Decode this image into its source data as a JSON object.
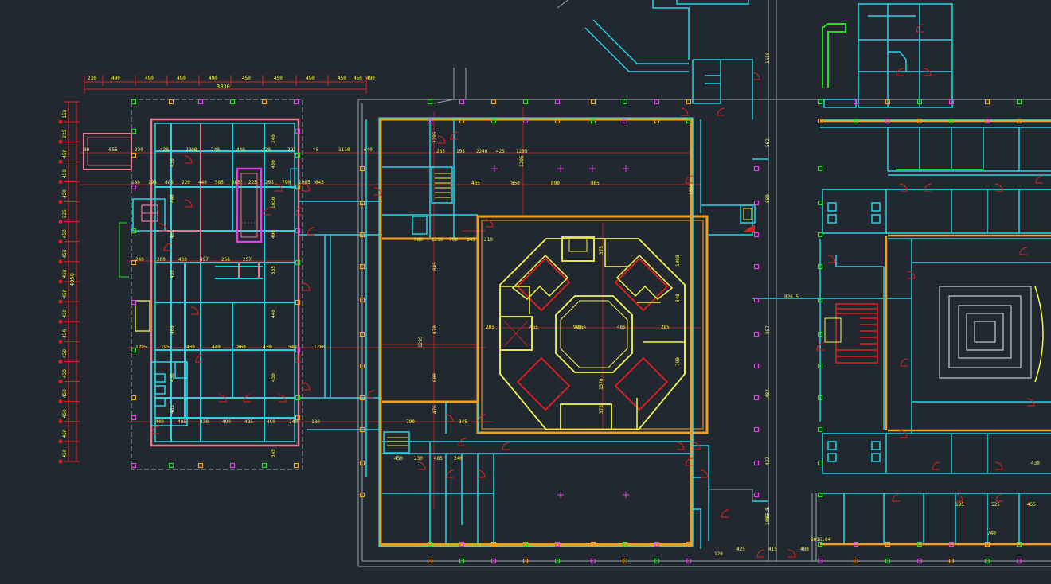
{
  "drawing": {
    "colors": {
      "background": "#212830",
      "wall": "#26d4e6",
      "axis": "#e02020",
      "dimension": "#f5f54a",
      "orange": "#f0a020",
      "pink": "#e87890",
      "magenta": "#e040e0",
      "green": "#22dd22",
      "grey": "#9aa4ac",
      "white": "#e8e8e8"
    },
    "top_dimensions": [
      "230",
      "490",
      "490",
      "490",
      "490",
      "450",
      "450",
      "490",
      "450",
      "450",
      "490"
    ],
    "top_total": "3830",
    "left_dimensions": [
      "150",
      "225",
      "450",
      "450",
      "450",
      "225",
      "450",
      "450",
      "450",
      "450",
      "450",
      "450",
      "450",
      "450",
      "450",
      "450",
      "450",
      "450"
    ],
    "left_total": "4950",
    "west_row1": [
      "30",
      "655",
      "230",
      "430",
      "2300",
      "240",
      "440",
      "430",
      "297",
      "40",
      "1110",
      "640"
    ],
    "west_row2": [
      "180",
      "195",
      "485",
      "220",
      "440",
      "585",
      "385",
      "225",
      "295",
      "790",
      "1985",
      "645"
    ],
    "west_row3": [
      "240",
      "200",
      "430",
      "497",
      "256",
      "257"
    ],
    "west_row4": [
      "1295",
      "195",
      "430",
      "440",
      "860",
      "430",
      "549",
      "1780"
    ],
    "west_row5": [
      "440",
      "405",
      "430",
      "490",
      "485",
      "490",
      "240",
      "130"
    ],
    "center_row1": [
      "285",
      "195",
      "2240",
      "425",
      "1295"
    ],
    "center_row2": [
      "465",
      "850",
      "890",
      "865"
    ],
    "center_row3": [
      "985",
      "1295",
      "790",
      "345",
      "210"
    ],
    "center_row4": [
      "285",
      "465",
      "985",
      "465",
      "285"
    ],
    "center_row5": [
      "450",
      "230",
      "485",
      "240"
    ],
    "east_labels": [
      "1650",
      "562",
      "880",
      "826.5",
      "957",
      "487",
      "427",
      "395.5",
      "1095.5"
    ],
    "bottom_labels": [
      "120",
      "425",
      "415",
      "480",
      "6016.04",
      "740",
      "195",
      "525",
      "430",
      "455"
    ]
  }
}
